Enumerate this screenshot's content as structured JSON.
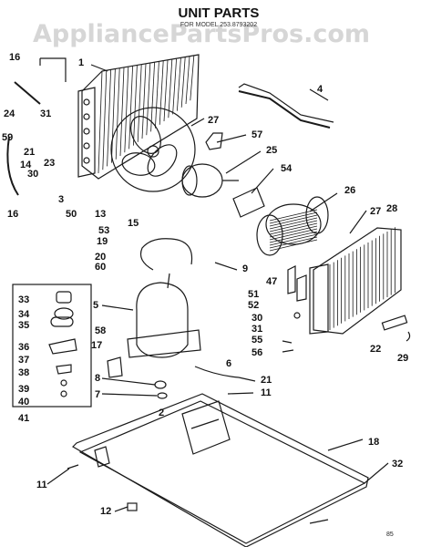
{
  "title": "UNIT PARTS",
  "subtitle": "FOR MODEL 253.8793202",
  "watermark": "AppliancePartsPros.com",
  "page_number": "85",
  "callouts": [
    {
      "id": "c16a",
      "text": "16"
    },
    {
      "id": "c1",
      "text": "1"
    },
    {
      "id": "c4",
      "text": "4"
    },
    {
      "id": "c24",
      "text": "24"
    },
    {
      "id": "c31a",
      "text": "31"
    },
    {
      "id": "c27a",
      "text": "27"
    },
    {
      "id": "c57",
      "text": "57"
    },
    {
      "id": "c59",
      "text": "59"
    },
    {
      "id": "c14",
      "text": "14"
    },
    {
      "id": "c23",
      "text": "23"
    },
    {
      "id": "c30a",
      "text": "30"
    },
    {
      "id": "c21a",
      "text": "21"
    },
    {
      "id": "c25",
      "text": "25"
    },
    {
      "id": "c54",
      "text": "54"
    },
    {
      "id": "c3",
      "text": "3"
    },
    {
      "id": "c16b",
      "text": "16"
    },
    {
      "id": "c50",
      "text": "50"
    },
    {
      "id": "c13",
      "text": "13"
    },
    {
      "id": "c53",
      "text": "53"
    },
    {
      "id": "c15",
      "text": "15"
    },
    {
      "id": "c26",
      "text": "26"
    },
    {
      "id": "c27b",
      "text": "27"
    },
    {
      "id": "c28",
      "text": "28"
    },
    {
      "id": "c19",
      "text": "19"
    },
    {
      "id": "c20",
      "text": "20"
    },
    {
      "id": "c60",
      "text": "60"
    },
    {
      "id": "c9",
      "text": "9"
    },
    {
      "id": "c47",
      "text": "47"
    },
    {
      "id": "c51",
      "text": "51"
    },
    {
      "id": "c52",
      "text": "52"
    },
    {
      "id": "c30b",
      "text": "30"
    },
    {
      "id": "c31b",
      "text": "31"
    },
    {
      "id": "c55",
      "text": "55"
    },
    {
      "id": "c56",
      "text": "56"
    },
    {
      "id": "c22",
      "text": "22"
    },
    {
      "id": "c29",
      "text": "29"
    },
    {
      "id": "c33",
      "text": "33"
    },
    {
      "id": "c34",
      "text": "34"
    },
    {
      "id": "c35",
      "text": "35"
    },
    {
      "id": "c36",
      "text": "36"
    },
    {
      "id": "c37",
      "text": "37"
    },
    {
      "id": "c38",
      "text": "38"
    },
    {
      "id": "c39",
      "text": "39"
    },
    {
      "id": "c40",
      "text": "40"
    },
    {
      "id": "c41",
      "text": "41"
    },
    {
      "id": "c5",
      "text": "5"
    },
    {
      "id": "c58",
      "text": "58"
    },
    {
      "id": "c17",
      "text": "17"
    },
    {
      "id": "c6",
      "text": "6"
    },
    {
      "id": "c8",
      "text": "8"
    },
    {
      "id": "c7",
      "text": "7"
    },
    {
      "id": "c21b",
      "text": "21"
    },
    {
      "id": "c11a",
      "text": "11"
    },
    {
      "id": "c2",
      "text": "2"
    },
    {
      "id": "c18",
      "text": "18"
    },
    {
      "id": "c11b",
      "text": "11"
    },
    {
      "id": "c32",
      "text": "32"
    },
    {
      "id": "c12",
      "text": "12"
    }
  ]
}
